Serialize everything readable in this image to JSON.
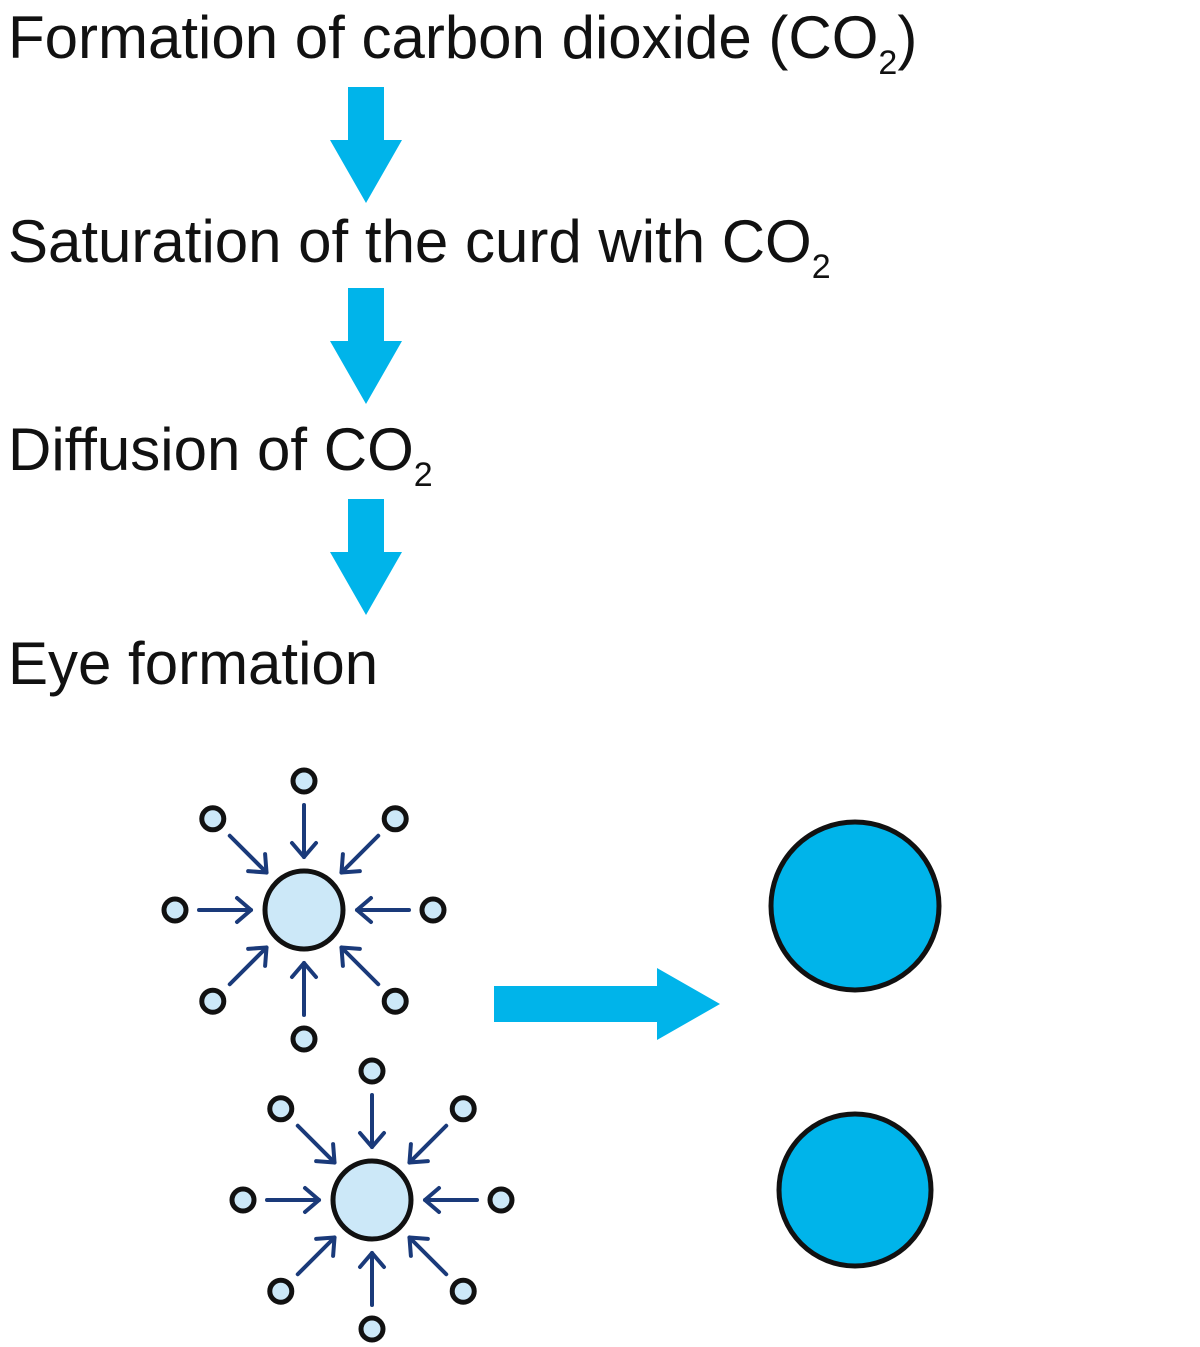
{
  "steps": [
    {
      "text": "Formation of carbon dioxide (CO",
      "sub": "2",
      "after": ")"
    },
    {
      "text": "Saturation of the curd with CO",
      "sub": "2",
      "after": ""
    },
    {
      "text": "Diffusion of CO",
      "sub": "2",
      "after": ""
    },
    {
      "text": "Eye formation",
      "sub": "",
      "after": ""
    }
  ],
  "colors": {
    "arrow": "#00b4ea",
    "eye_fill": "#00b4ea",
    "molecule_fill": "#cce8f8",
    "inward_arrow": "#1a3a7a",
    "outline": "#111111"
  }
}
